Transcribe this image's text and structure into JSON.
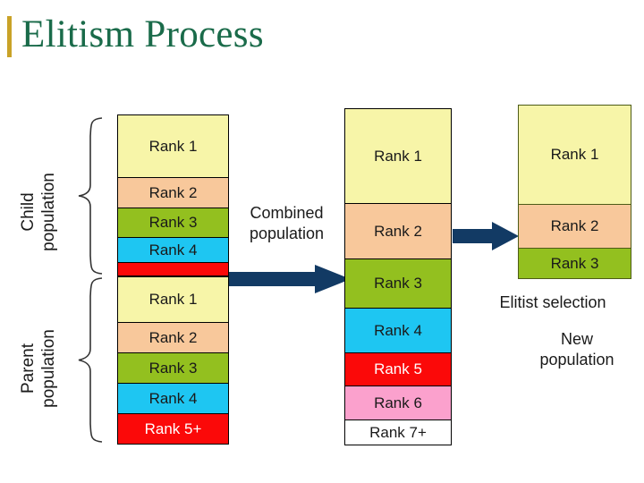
{
  "slide": {
    "title": "Elitism Process",
    "accent_bar_color": "#c9a227",
    "title_color": "#1a6b4a",
    "background": "#ffffff"
  },
  "palette": {
    "rank1": "#f7f5a8",
    "rank2": "#f8c89b",
    "rank3": "#93c01f",
    "rank4": "#1ec6f2",
    "rank5": "#fb0909",
    "rank6": "#fba1cd",
    "rank7": "#ffffff",
    "arrow": "#123a64",
    "outline": "#000000"
  },
  "labels": {
    "child_population": "Child\npopulation",
    "child_population_line1": "Child",
    "child_population_line2": "population",
    "parent_population_line1": "Parent",
    "parent_population_line2": "population",
    "combined_population_line1": "Combined",
    "combined_population_line2": "population",
    "elitist_selection": "Elitist selection",
    "new_population_line1": "New",
    "new_population_line2": "population"
  },
  "columns": [
    {
      "id": "child-parent",
      "name": "child-and-parent-population-column",
      "groups": [
        {
          "group": "child",
          "segments": [
            {
              "label": "Rank 1",
              "color": "#f7f5a8",
              "text_color": "#1a1a1a",
              "height": 70
            },
            {
              "label": "Rank 2",
              "color": "#f8c89b",
              "text_color": "#1a1a1a",
              "height": 34
            },
            {
              "label": "Rank 3",
              "color": "#93c01f",
              "text_color": "#1a1a1a",
              "height": 33
            },
            {
              "label": "Rank 4",
              "color": "#1ec6f2",
              "text_color": "#1a1a1a",
              "height": 28
            },
            {
              "label": "",
              "color": "#fb0909",
              "text_color": "#ffffff",
              "height": 14
            }
          ]
        },
        {
          "group": "parent",
          "segments": [
            {
              "label": "Rank 1",
              "color": "#f7f5a8",
              "text_color": "#1a1a1a",
              "height": 51
            },
            {
              "label": "Rank 2",
              "color": "#f8c89b",
              "text_color": "#1a1a1a",
              "height": 34
            },
            {
              "label": "Rank 3",
              "color": "#93c01f",
              "text_color": "#1a1a1a",
              "height": 34
            },
            {
              "label": "Rank 4",
              "color": "#1ec6f2",
              "text_color": "#1a1a1a",
              "height": 34
            },
            {
              "label": "Rank 5+",
              "color": "#fb0909",
              "text_color": "#ffffff",
              "height": 33
            }
          ]
        }
      ]
    },
    {
      "id": "combined",
      "name": "combined-population-column",
      "segments": [
        {
          "label": "Rank 1",
          "color": "#f7f5a8",
          "text_color": "#1a1a1a",
          "height": 106
        },
        {
          "label": "Rank 2",
          "color": "#f8c89b",
          "text_color": "#1a1a1a",
          "height": 62
        },
        {
          "label": "Rank 3",
          "color": "#93c01f",
          "text_color": "#1a1a1a",
          "height": 55
        },
        {
          "label": "Rank 4",
          "color": "#1ec6f2",
          "text_color": "#1a1a1a",
          "height": 50
        },
        {
          "label": "Rank 5",
          "color": "#fb0909",
          "text_color": "#ffffff",
          "height": 37
        },
        {
          "label": "Rank 6",
          "color": "#fba1cd",
          "text_color": "#1a1a1a",
          "height": 38
        },
        {
          "label": "Rank 7+",
          "color": "#ffffff",
          "text_color": "#1a1a1a",
          "height": 27
        }
      ]
    },
    {
      "id": "new",
      "name": "new-population-column",
      "segments": [
        {
          "label": "Rank 1",
          "color": "#f7f5a8",
          "text_color": "#1a1a1a",
          "height": 111
        },
        {
          "label": "Rank 2",
          "color": "#f8c89b",
          "text_color": "#1a1a1a",
          "height": 49
        },
        {
          "label": "Rank 3",
          "color": "#93c01f",
          "text_color": "#1a1a1a",
          "height": 33
        }
      ]
    }
  ],
  "arrows": [
    {
      "name": "combine-arrow",
      "from": "child-parent-column",
      "to": "combined-column"
    },
    {
      "name": "elitist-selection-arrow",
      "from": "combined-column",
      "to": "new-population-column"
    }
  ]
}
